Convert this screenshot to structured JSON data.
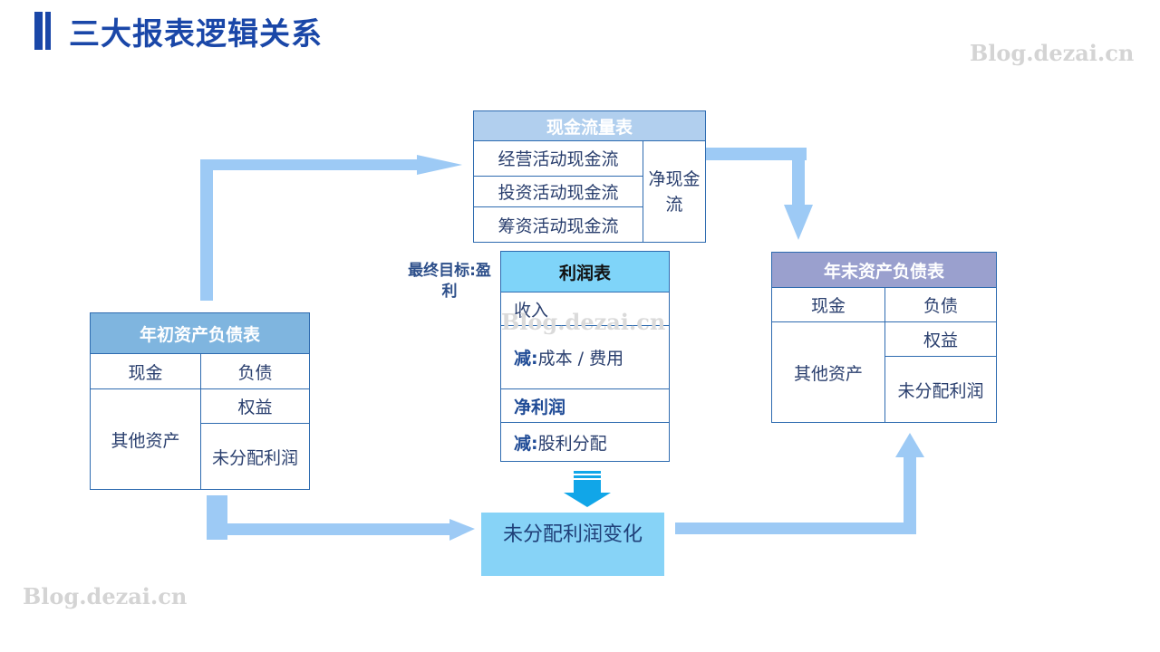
{
  "page": {
    "title": "三大报表逻辑关系"
  },
  "watermark": {
    "text": "Blog.dezai.cn"
  },
  "colors": {
    "title": "#1a47a8",
    "arrow": "#9dcaf5",
    "header_cash_flow": "#b1cfee",
    "header_opening": "#7fb5df",
    "header_income": "#7fd4f9",
    "header_closing": "#9aa0ce",
    "change_box": "#87d3f7",
    "border": "#2e6bb0"
  },
  "cash_flow": {
    "title": "现金流量表",
    "rows": [
      "经营活动现金流",
      "投资活动现金流",
      "筹资活动现金流"
    ],
    "net": "净现金流"
  },
  "opening_balance": {
    "title": "年初资产负债表",
    "cash": "现金",
    "liabilities": "负债",
    "other_assets": "其他资产",
    "equity": "权益",
    "retained_earnings": "未分配利润"
  },
  "closing_balance": {
    "title": "年末资产负债表",
    "cash": "现金",
    "liabilities": "负债",
    "other_assets": "其他资产",
    "equity": "权益",
    "retained_earnings": "未分配利润"
  },
  "income": {
    "title": "利润表",
    "goal": "最终目标:盈利",
    "revenue": "收入",
    "less1_label": "减:",
    "less1_value": "成本 / 费用",
    "net_profit": "净利润",
    "less2_label": "减:",
    "less2_value": "股利分配"
  },
  "change": {
    "label": "未分配利润变化"
  }
}
